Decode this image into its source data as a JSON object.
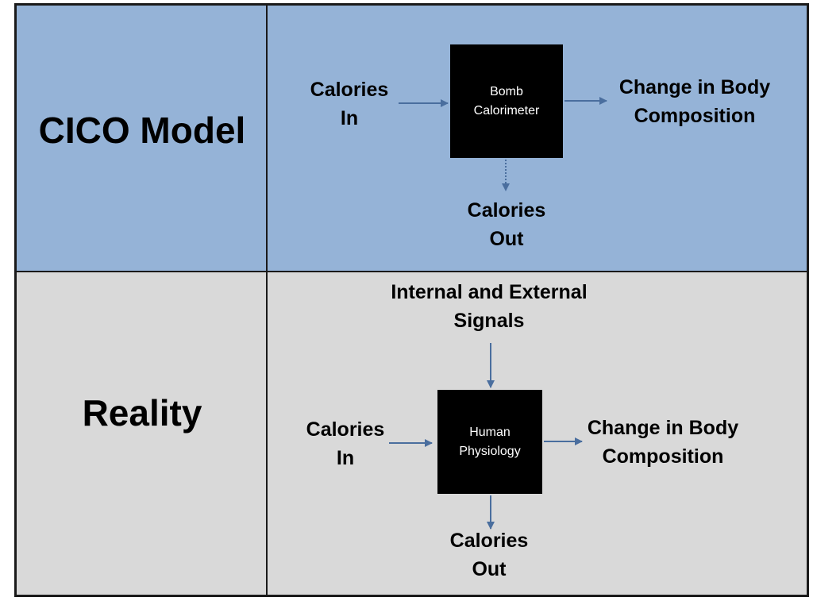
{
  "rows": {
    "model_label": "CICO Model",
    "reality_label": "Reality"
  },
  "model_diagram": {
    "input": [
      "Calories",
      "In"
    ],
    "box": [
      "Bomb",
      "Calorimeter"
    ],
    "output": [
      "Change in Body",
      "Composition"
    ],
    "expenditure": [
      "Calories",
      "Out"
    ]
  },
  "reality_diagram": {
    "signals": [
      "Internal and External",
      "Signals"
    ],
    "input": [
      "Calories",
      "In"
    ],
    "box": [
      "Human",
      "Physiology"
    ],
    "output": [
      "Change in Body",
      "Composition"
    ],
    "expenditure": [
      "Calories",
      "Out"
    ]
  },
  "colors": {
    "model_row": "#95b3d7",
    "reality_row": "#d9d9d9",
    "box_fill": "#000000",
    "arrow": "#4a6e9e"
  }
}
